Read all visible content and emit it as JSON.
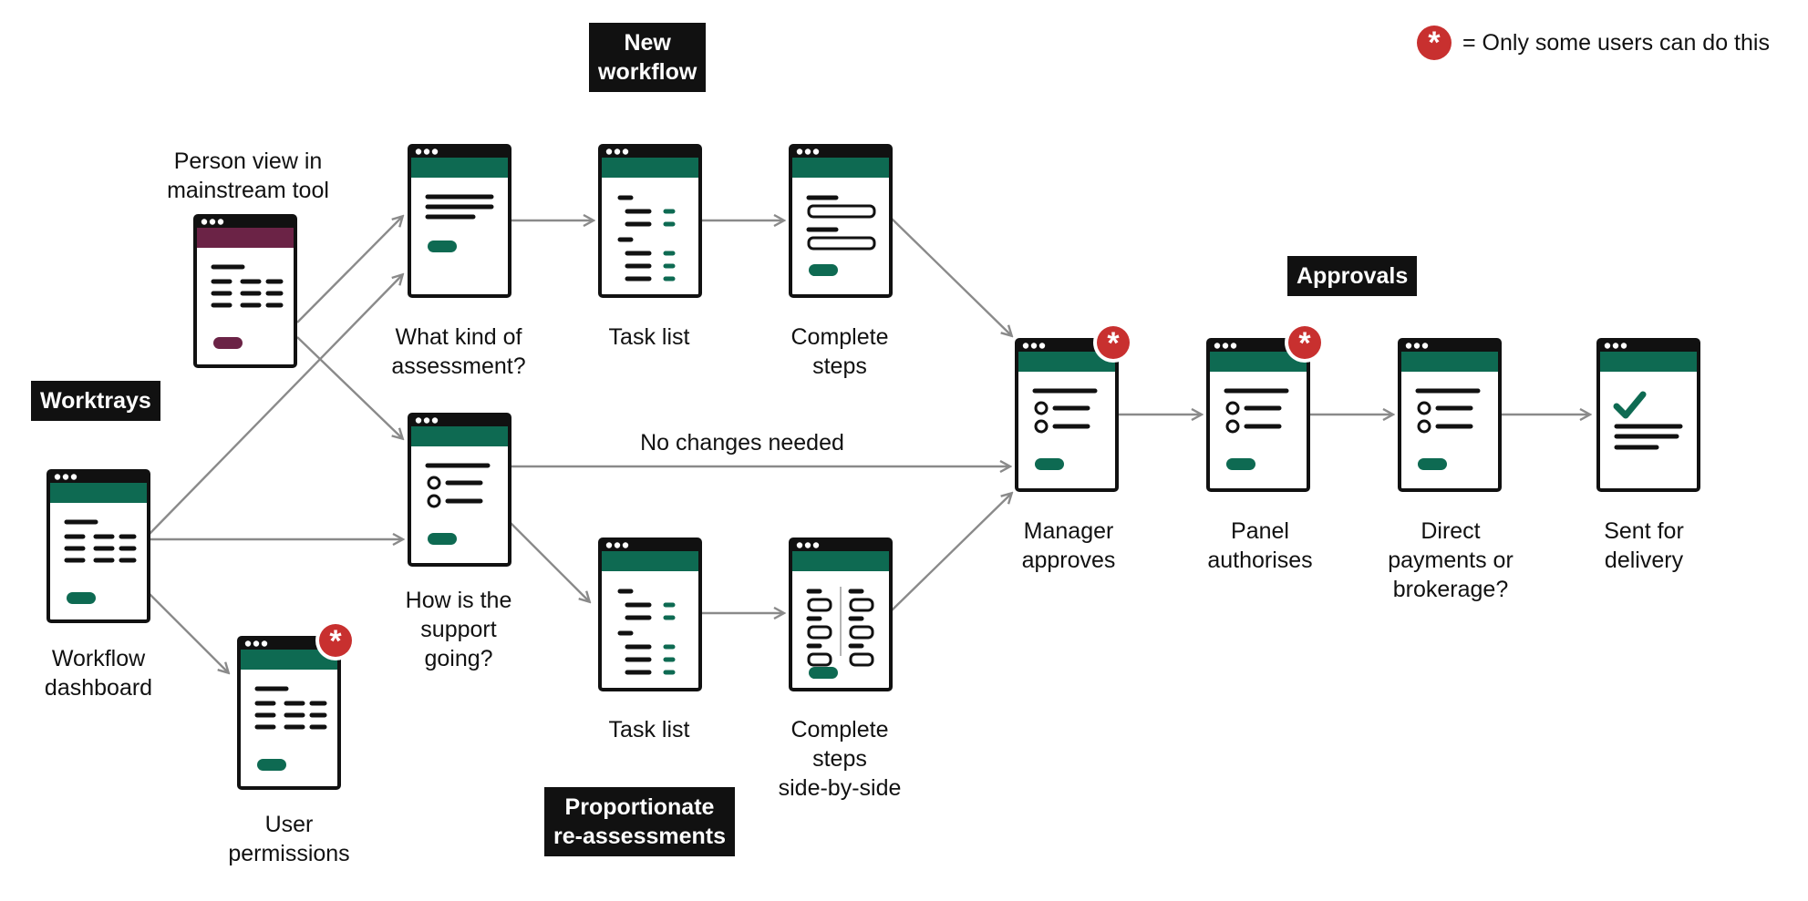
{
  "legend": {
    "text": "= Only some users can do this",
    "star_icon": "asterisk-icon",
    "star_color": "#c8302f"
  },
  "colors": {
    "accent": "#0e6a52",
    "person_view": "#6b2346",
    "frame": "#111111",
    "restricted": "#c8302f",
    "arrow": "#8a8a8a"
  },
  "tags": {
    "worktrays": "Worktrays",
    "new_workflow": [
      "New",
      "workflow"
    ],
    "approvals": "Approvals",
    "proportionate": [
      "Proportionate",
      "re-assessments"
    ]
  },
  "screens": {
    "person_view": {
      "label": [
        "Person view in",
        "mainstream tool"
      ],
      "restricted": false
    },
    "workflow_dashboard": {
      "label": [
        "Workflow",
        "dashboard"
      ],
      "restricted": false
    },
    "user_permissions": {
      "label": [
        "User",
        "permissions"
      ],
      "restricted": true
    },
    "what_kind": {
      "label": [
        "What kind of",
        "assessment?"
      ],
      "restricted": false
    },
    "how_support": {
      "label": [
        "How is the",
        "support",
        "going?"
      ],
      "restricted": false
    },
    "task_list_top": {
      "label": [
        "Task list"
      ],
      "restricted": false
    },
    "complete_steps_top": {
      "label": [
        "Complete",
        "steps"
      ],
      "restricted": false
    },
    "task_list_bottom": {
      "label": [
        "Task list"
      ],
      "restricted": false
    },
    "complete_side": {
      "label": [
        "Complete",
        "steps",
        "side-by-side"
      ],
      "restricted": false
    },
    "manager_approves": {
      "label": [
        "Manager",
        "approves"
      ],
      "restricted": true
    },
    "panel_authorises": {
      "label": [
        "Panel",
        "authorises"
      ],
      "restricted": true
    },
    "direct_payments": {
      "label": [
        "Direct",
        "payments or",
        "brokerage?"
      ],
      "restricted": false
    },
    "sent_for_delivery": {
      "label": [
        "Sent for",
        "delivery"
      ],
      "restricted": false
    }
  },
  "edge_labels": {
    "no_changes": "No changes needed"
  }
}
